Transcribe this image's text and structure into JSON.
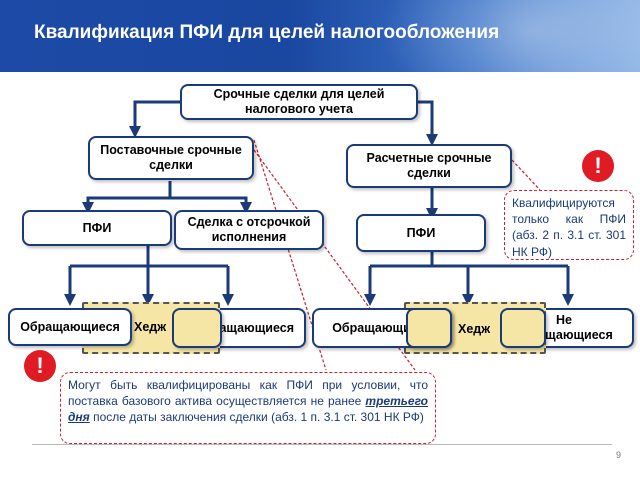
{
  "title": "Квалификация ПФИ для целей налогообложения",
  "nodes": {
    "root": "Срочные сделки для целей налогового учета",
    "delivery": "Поставочные срочные сделки",
    "settlement": "Расчетные срочные сделки",
    "pfi_left": "ПФИ",
    "deferred": "Сделка с отсрочкой исполнения",
    "pfi_right": "ПФИ",
    "traded_left": "Обращающиеся",
    "hedge_left": "Хедж",
    "not_traded_left": "Не обращающиеся",
    "traded_right": "Обращающиеся",
    "hedge_right": "Хедж",
    "not_traded_right": "Не обращающиеся"
  },
  "notes": {
    "right": "Квалифицируются только как ПФИ (абз. 2 п. 3.1 ст. 301 НК РФ)",
    "left_part1": "Могут быть квалифицированы как ПФИ при условии, что поставка базового актива осуществляется не ранее ",
    "left_emph": "третьего дня",
    "left_part2": " после даты заключения сделки (абз. 1 п. 3.1 ст. 301 НК РФ)"
  },
  "exclamation": "!",
  "page_number": "9",
  "colors": {
    "header": "#1c4aa6",
    "box_border": "#1a3a78",
    "arrow": "#1a3a78",
    "hedge_fill": "#f6e6a6",
    "alert": "#e01b24",
    "note_text": "#1a3a78"
  }
}
